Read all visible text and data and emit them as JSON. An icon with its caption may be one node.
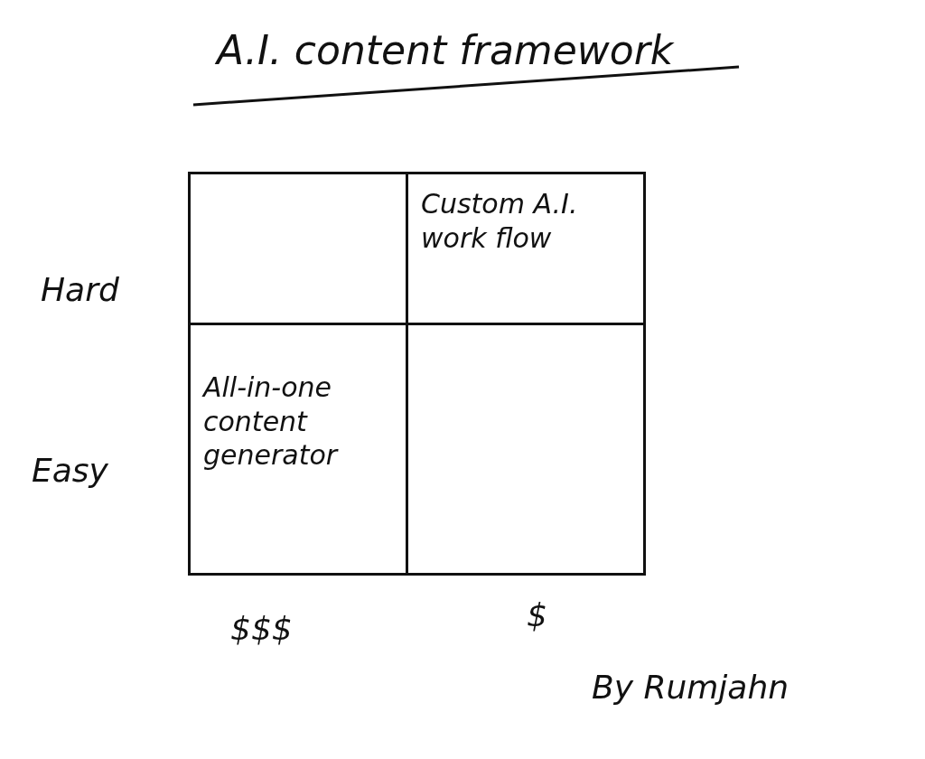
{
  "diagram": {
    "title": "A.I. content framework",
    "nodes": [
      {
        "text": [],
        "shape": "box"
      },
      {
        "text": [
          "Custom A.I. work flow"
        ]
      },
      {
        "text": [
          "All-in-one content generator"
        ]
      },
      {
        "text": [],
        "shape": "box"
      }
    ],
    "edges": [],
    "labels": [
      "Hard",
      "Easy",
      "$$$",
      "$",
      "By Rumjahn"
    ]
  }
}
